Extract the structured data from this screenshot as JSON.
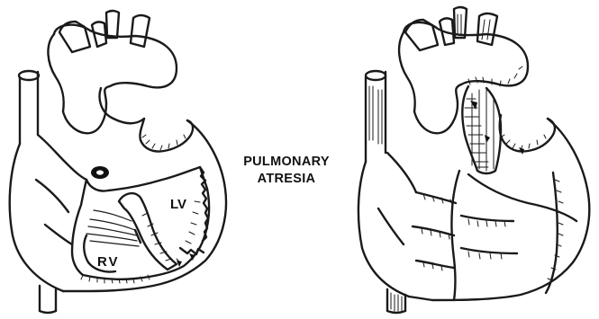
{
  "diagram": {
    "title_line1": "PULMONARY",
    "title_line2": "ATRESIA",
    "left_heart": {
      "label_lv": "LV",
      "label_rv": "RV"
    }
  },
  "colors": {
    "ink": "#1a1a1a",
    "background": "#ffffff"
  }
}
